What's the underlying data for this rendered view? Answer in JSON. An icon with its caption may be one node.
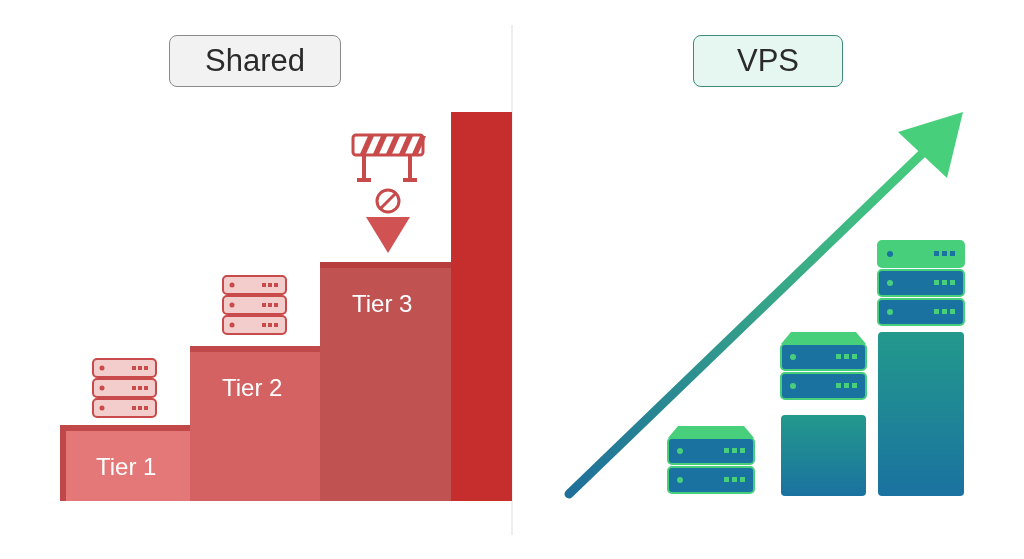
{
  "diagram": {
    "nodes": [
      {
        "text": [
          "Shared"
        ]
      },
      {
        "text": [
          "VPS"
        ]
      },
      {
        "text": [
          "Tier 1"
        ]
      },
      {
        "text": [
          "Tier 2"
        ]
      },
      {
        "text": [
          "Tier 3"
        ]
      },
      {
        "text": [],
        "shape": "bar"
      }
    ]
  }
}
